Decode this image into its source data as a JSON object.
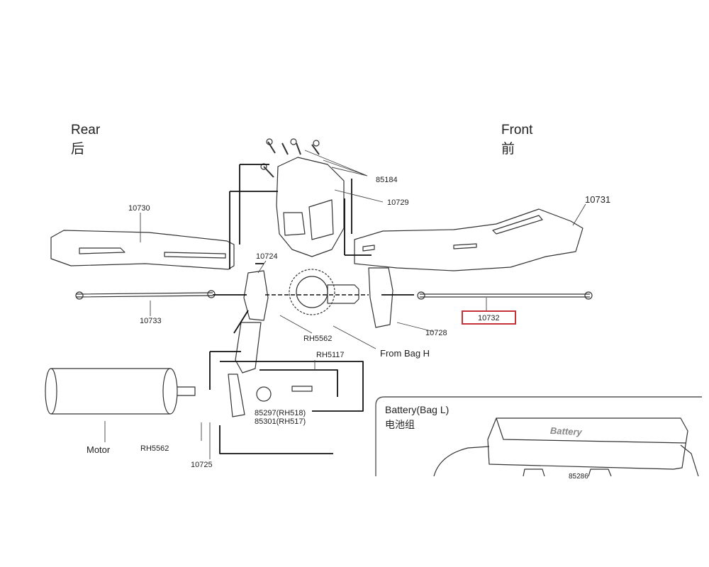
{
  "directions": {
    "rear_en": "Rear",
    "rear_zh": "后",
    "front_en": "Front",
    "front_zh": "前"
  },
  "parts": {
    "p85184": "85184",
    "p10729": "10729",
    "p10730": "10730",
    "p10731": "10731",
    "p10724": "10724",
    "p10733": "10733",
    "p10732": "10732",
    "p10728": "10728",
    "prh5562_a": "RH5562",
    "prh5562_b": "RH5562",
    "prh5117": "RH5117",
    "p85297": "85297(RH518)",
    "p85301": "85301(RH517)",
    "p10725": "10725",
    "p85286": "85286"
  },
  "from_bag": "From Bag H",
  "motor": "Motor",
  "battery_section": {
    "title": "Battery(Bag L)",
    "title_zh": "电池组",
    "pack_label": "Battery"
  },
  "highlight": {
    "part": "10732",
    "color": "#c6323a"
  }
}
